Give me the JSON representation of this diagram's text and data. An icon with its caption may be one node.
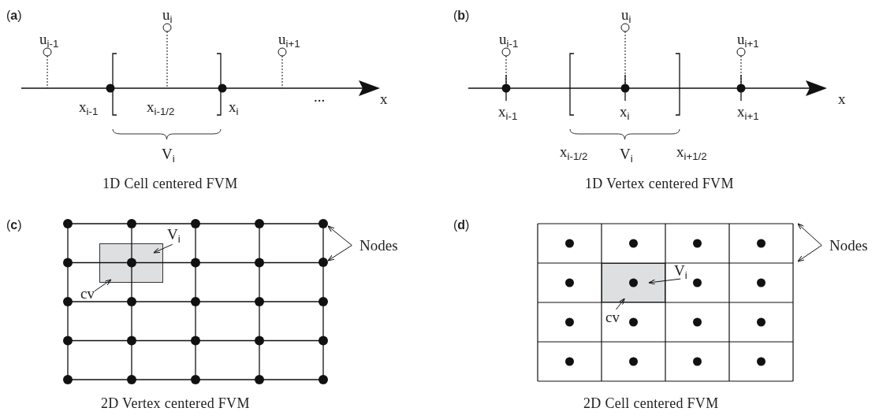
{
  "diagram": {
    "nodes": [
      {
        "text": [
          "V$_{i}$"
        ]
      },
      {
        "text": [
          "cv"
        ]
      },
      {
        "text": [],
        "shape": "box"
      },
      {
        "text": [
          "Nodes"
        ]
      },
      {
        "text": [],
        "shape": "circle"
      },
      {
        "text": [],
        "shape": "circle"
      },
      {
        "text": [
          "V$_{i}$"
        ]
      },
      {
        "text": [
          "cv"
        ]
      },
      {
        "text": [],
        "shape": "box"
      },
      {
        "text": [
          "Nodes"
        ]
      }
    ],
    "edges": [
      {
        "from": 0,
        "to": 2,
        "arrow": "to"
      },
      {
        "from": 1,
        "to": 2,
        "arrow": "to"
      },
      {
        "from": 3,
        "to": 4,
        "arrow": "to"
      },
      {
        "from": 3,
        "to": 5,
        "arrow": "to"
      },
      {
        "from": 6,
        "to": 8,
        "arrow": "to"
      },
      {
        "from": 7,
        "to": 8,
        "arrow": "to"
      },
      {
        "from": 9,
        "to": null,
        "arrow": "to"
      },
      {
        "from": 9,
        "to": null,
        "arrow": "to"
      }
    ],
    "labels": [
      "(**a**)",
      "u$_{i}$",
      "u$_{i-1}$",
      "u$_{i+1}$",
      "x$_{i-1}$",
      "x$_{i-1/2}$",
      "x$_{i}$",
      "...",
      "x",
      "V$_{i}$",
      "1D Cell centered FVM",
      "(**b**)",
      "u$_{i}$",
      "u$_{i-1}$",
      "u$_{i+1}$",
      "x",
      "x$_{i-1}$",
      "x$_{i}$",
      "x$_{i+1}$",
      "x$_{i-1/2}$",
      "V$_{i}$",
      "x$_{i+1/2}$",
      "1D Vertex centered FVM",
      "(**c**)",
      "2D Vertex centered FVM",
      "(**d**)",
      "2D Cell centered FVM"
    ]
  }
}
